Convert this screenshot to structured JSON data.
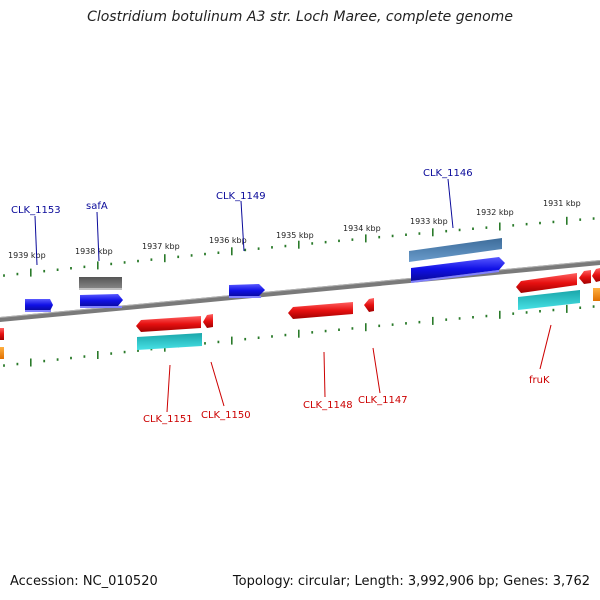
{
  "title": "Clostridium botulinum A3 str. Loch Maree, complete genome",
  "footer": {
    "accession": "Accession: NC_010520",
    "stats": "Topology: circular; Length: 3,992,906 bp; Genes: 3,762"
  },
  "ticks": [
    "1939 kbp",
    "1938 kbp",
    "1937 kbp",
    "1936 kbp",
    "1935 kbp",
    "1934 kbp",
    "1933 kbp",
    "1932 kbp",
    "1931 kbp"
  ],
  "forward_labels": [
    "CLK_1153",
    "safA",
    "CLK_1149",
    "CLK_1146"
  ],
  "reverse_labels": [
    "CLK_1151",
    "CLK_1150",
    "CLK_1148",
    "CLK_1147",
    "fruK"
  ],
  "colors": {
    "backbone": "#808080",
    "forward_gene": "#1010e6",
    "reverse_gene": "#e61010",
    "rna_forward": "#4a7fae",
    "rna_reverse": "#20c4c8",
    "pseudo": "#666666",
    "orange": "#ff8c00",
    "tick_green": "#2a7a2a",
    "label_blue": "#0a0a9a",
    "label_red": "#cc0000"
  }
}
